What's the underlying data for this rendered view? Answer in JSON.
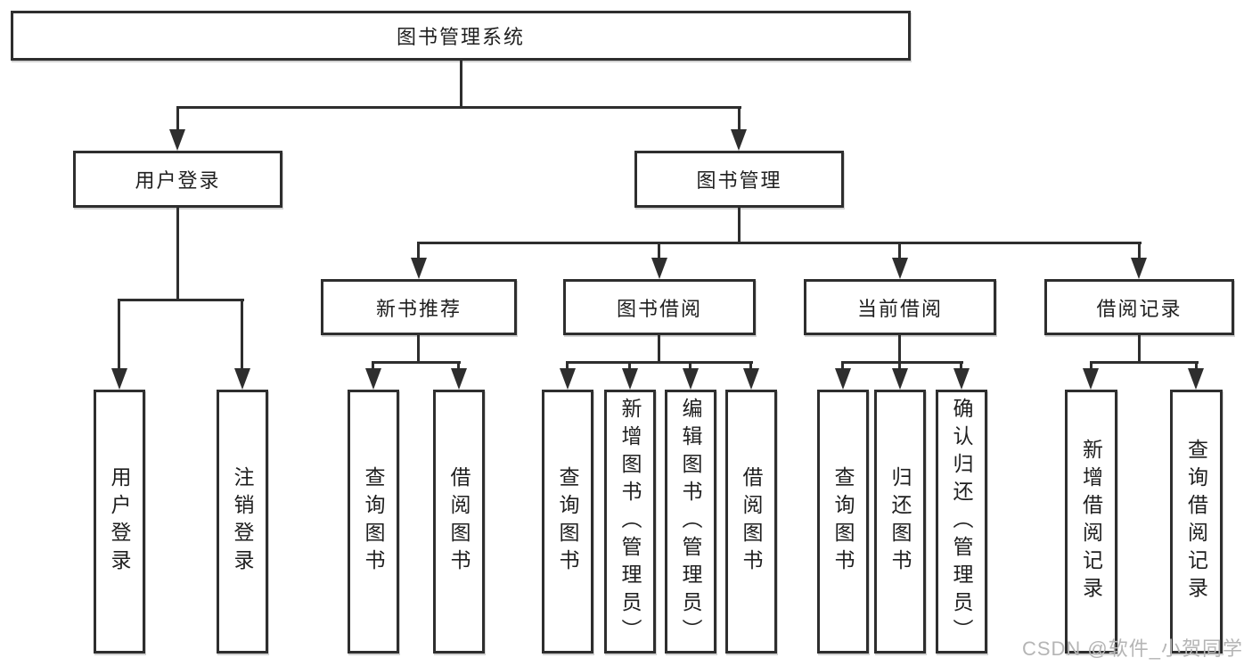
{
  "diagram": {
    "root": "图书管理系统",
    "level2": [
      {
        "label": "用户登录",
        "children": [
          "用户登录",
          "注销登录"
        ]
      },
      {
        "label": "图书管理",
        "children": [
          {
            "label": "新书推荐",
            "children": [
              "查询图书",
              "借阅图书"
            ]
          },
          {
            "label": "图书借阅",
            "children": [
              "查询图书",
              "新增图书（管理员）",
              "编辑图书（管理员）",
              "借阅图书"
            ]
          },
          {
            "label": "当前借阅",
            "children": [
              "查询图书",
              "归还图书",
              "确认归还（管理员）"
            ]
          },
          {
            "label": "借阅记录",
            "children": [
              "新增借阅记录",
              "查询借阅记录"
            ]
          }
        ]
      }
    ]
  },
  "watermark": "CSDN @软件_小贺同学",
  "colors": {
    "line": "#2e2e2e",
    "text": "#1f1f1f",
    "watermark": "#b5b5b5",
    "background": "#ffffff"
  }
}
